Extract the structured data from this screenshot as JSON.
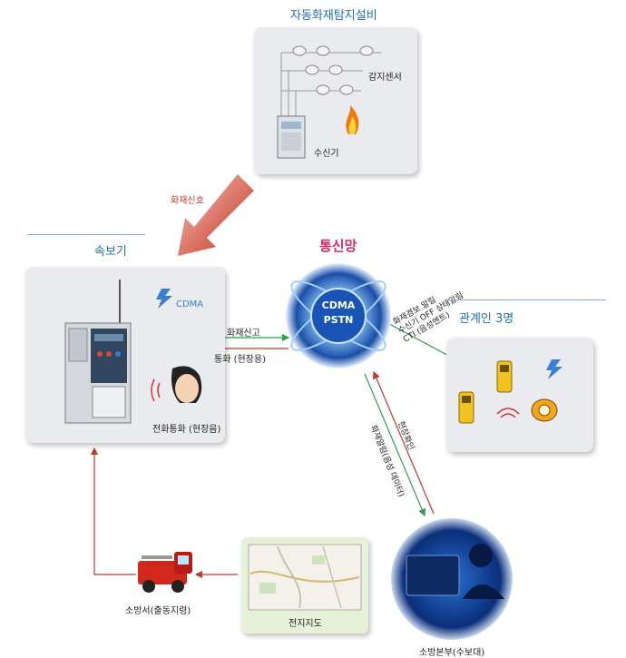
{
  "top_section": {
    "title": "자동화재탐지설비",
    "sensor_label": "감지센서",
    "receiver_label": "수신기"
  },
  "signal": {
    "fire_signal_label": "화재신호"
  },
  "alarm_box": {
    "title": "속보기",
    "cdma_label": "CDMA",
    "phone_call_label": "전화통화 (현장음)"
  },
  "network": {
    "title": "통신망",
    "globe_line1": "CDMA",
    "globe_line2": "PSTN"
  },
  "links": {
    "fire_report": "화재신고",
    "call_onsite": "통화 (현장용)",
    "to_managers_line1": "화재경보 알림",
    "to_managers_line2": "수신기 OFF 상태알림",
    "to_managers_line3": "CTI (음성멘트)",
    "onsite_check": "현장확인",
    "fire_alarm_voice": "화재알림(음성 데이터)"
  },
  "managers": {
    "title": "관계인 3명"
  },
  "bottom": {
    "fire_station_label": "소방서(출동지령)",
    "map_label": "전지지도",
    "hq_label": "소방본부(수보대)"
  },
  "colors": {
    "title_blue": "#1f6fb4",
    "signal_red": "#c0392b",
    "arrow_green": "#2e9e4f",
    "arrow_red": "#c0392b",
    "network_title": "#d12a6a"
  }
}
